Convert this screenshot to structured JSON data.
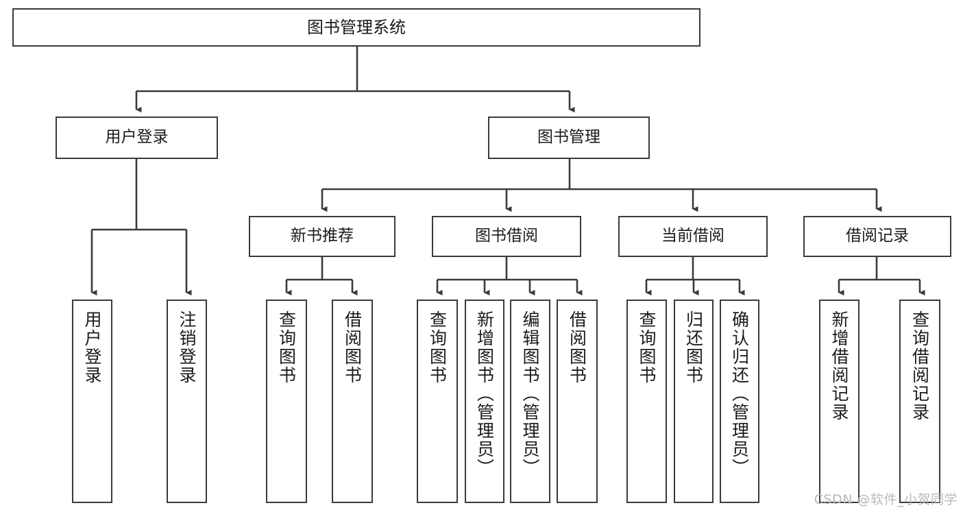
{
  "diagram": {
    "title": "图书管理系统",
    "type": "tree-hierarchy-chart",
    "root": {
      "label": "图书管理系统"
    },
    "level2": [
      {
        "label": "用户登录"
      },
      {
        "label": "图书管理"
      }
    ],
    "level3": [
      {
        "label": "新书推荐"
      },
      {
        "label": "图书借阅"
      },
      {
        "label": "当前借阅"
      },
      {
        "label": "借阅记录"
      }
    ],
    "leaves_user_login": [
      {
        "label": "用户登录"
      },
      {
        "label": "注销登录"
      }
    ],
    "leaves_new_book": [
      {
        "label": "查询图书"
      },
      {
        "label": "借阅图书"
      }
    ],
    "leaves_book_borrow": [
      {
        "label": "查询图书"
      },
      {
        "label": "新增图书（管理员）"
      },
      {
        "label": "编辑图书（管理员）"
      },
      {
        "label": "借阅图书"
      }
    ],
    "leaves_current_borrow": [
      {
        "label": "查询图书"
      },
      {
        "label": "归还图书"
      },
      {
        "label": "确认归还（管理员）"
      }
    ],
    "leaves_borrow_record": [
      {
        "label": "新增借阅记录"
      },
      {
        "label": "查询借阅记录"
      }
    ],
    "watermark": "CSDN @软件_小贺同学",
    "colors": {
      "box_border": "#3a3a3a",
      "box_fill": "#ffffff",
      "connector": "#3a3a3a",
      "text": "#1b1b1b",
      "watermark": "#b9b9b9"
    }
  }
}
